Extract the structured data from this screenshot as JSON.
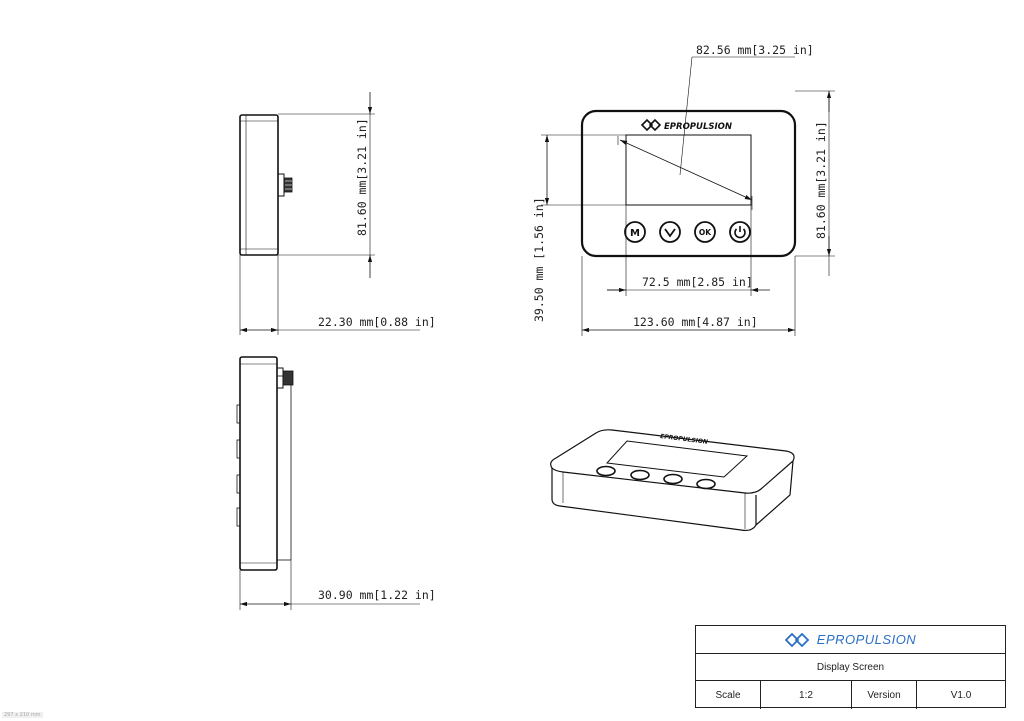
{
  "brand": {
    "name": "EPROPULSION",
    "accent_color": "#2a6fc4",
    "logo_icon": "epropulsion-logo-icon"
  },
  "dimensions": {
    "side_height": "81.60 mm[3.21 in]",
    "side_depth": "22.30 mm[0.88 in]",
    "side2_depth": "30.90 mm[1.22 in]",
    "front_diagonal": "82.56 mm[3.25 in]",
    "front_height": "81.60 mm[3.21 in]",
    "front_screen_height": "39.50 mm [1.56 in]",
    "front_screen_width": "72.5 mm[2.85 in]",
    "front_width": "123.60 mm[4.87 in]"
  },
  "buttons": {
    "menu": "M",
    "down": "v",
    "ok": "OK",
    "power": "power-icon"
  },
  "title_block": {
    "brand": "EPROPULSION",
    "title": "Display Screen",
    "scale_label": "Scale",
    "scale_value": "1:2",
    "version_label": "Version",
    "version_value": "V1.0"
  },
  "sheet_size_label": "297 x 210 mm"
}
